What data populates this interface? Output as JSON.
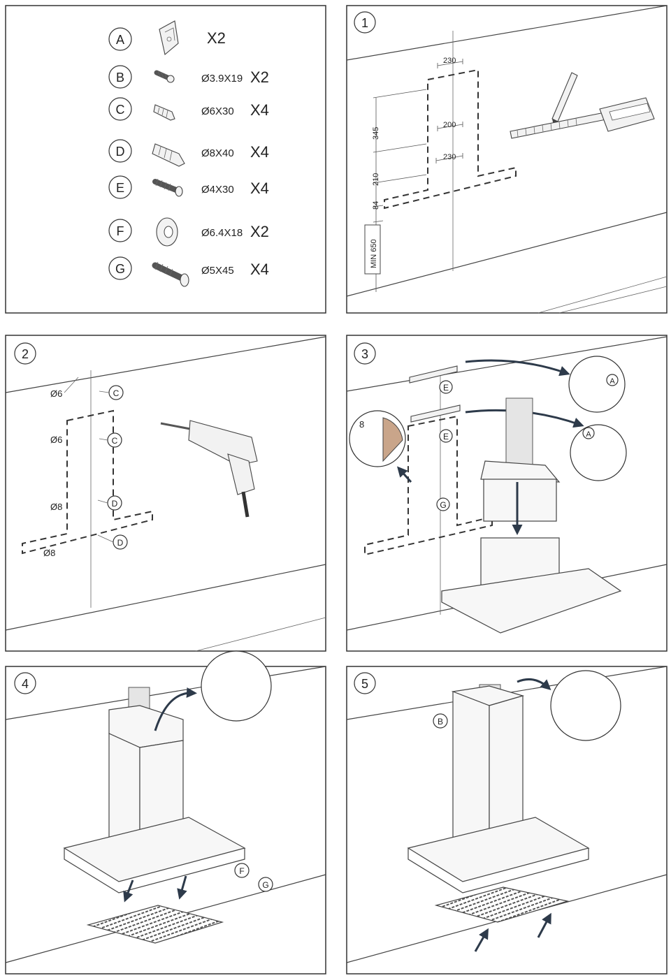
{
  "parts": [
    {
      "letter": "A",
      "size": "",
      "qty": "X2"
    },
    {
      "letter": "B",
      "size": "Ø3.9X19",
      "qty": "X2"
    },
    {
      "letter": "C",
      "size": "Ø6X30",
      "qty": "X4"
    },
    {
      "letter": "D",
      "size": "Ø8X40",
      "qty": "X4"
    },
    {
      "letter": "E",
      "size": "Ø4X30",
      "qty": "X4"
    },
    {
      "letter": "F",
      "size": "Ø6.4X18",
      "qty": "X2"
    },
    {
      "letter": "G",
      "size": "Ø5X45",
      "qty": "X4"
    }
  ],
  "steps": {
    "s1": {
      "num": "1",
      "dim_230_top": "230",
      "dim_200": "200",
      "dim_230_bottom": "230",
      "dim_345": "345",
      "dim_210": "210",
      "dim_84": "84",
      "min_label": "MIN 650"
    },
    "s2": {
      "num": "2",
      "d1": "Ø6",
      "d2": "Ø6",
      "d3": "Ø8",
      "d4": "Ø8",
      "c1": "C",
      "c2": "C",
      "dd1": "D",
      "dd2": "D"
    },
    "s3": {
      "num": "3",
      "e1": "E",
      "e2": "E",
      "g": "G",
      "a1": "A",
      "a2": "A",
      "eight": "8"
    },
    "s4": {
      "num": "4",
      "f": "F",
      "g": "G"
    },
    "s5": {
      "num": "5",
      "b": "B"
    }
  }
}
